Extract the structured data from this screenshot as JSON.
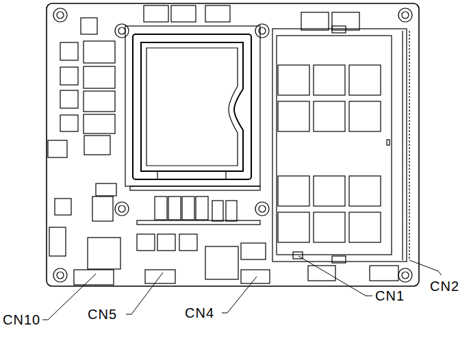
{
  "diagram": {
    "labels": [
      "CN10",
      "CN5",
      "CN4",
      "CN1",
      "CN2"
    ]
  }
}
